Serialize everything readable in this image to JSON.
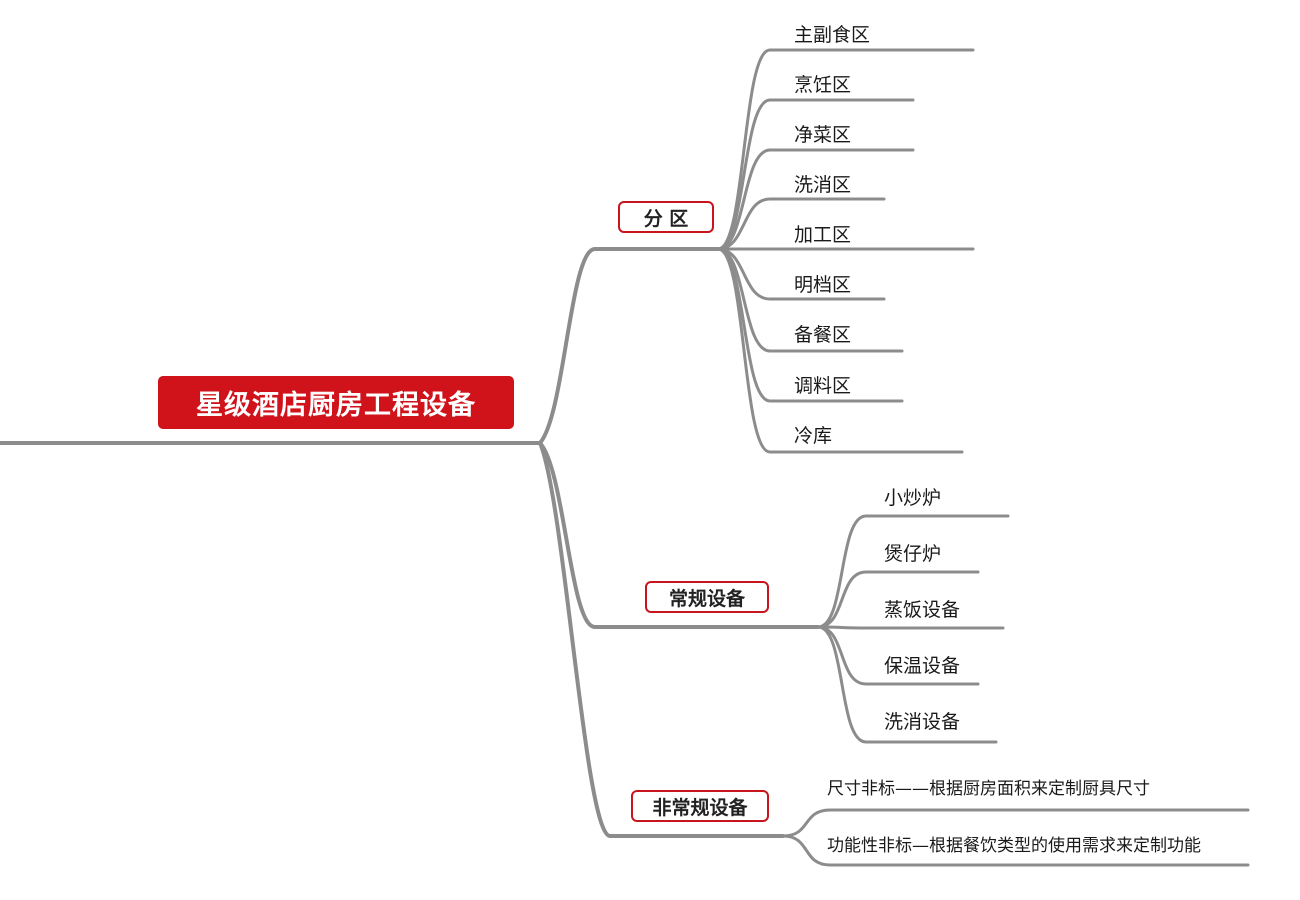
{
  "root": {
    "label": "星级酒店厨房工程设备"
  },
  "branches": [
    {
      "label": "分 区",
      "children": [
        "主副食区",
        "烹饪区",
        "净菜区",
        "洗消区",
        "加工区",
        "明档区",
        "备餐区",
        "调料区",
        "冷库"
      ]
    },
    {
      "label": "常规设备",
      "children": [
        "小炒炉",
        "煲仔炉",
        "蒸饭设备",
        "保温设备",
        "洗消设备"
      ]
    },
    {
      "label": "非常规设备",
      "children": [
        "尺寸非标——根据厨房面积来定制厨具尺寸",
        "功能性非标—根据餐饮类型的使用需求来定制功能"
      ]
    }
  ],
  "colors": {
    "accent": "#d0121b",
    "line": "#8c8c8c"
  }
}
